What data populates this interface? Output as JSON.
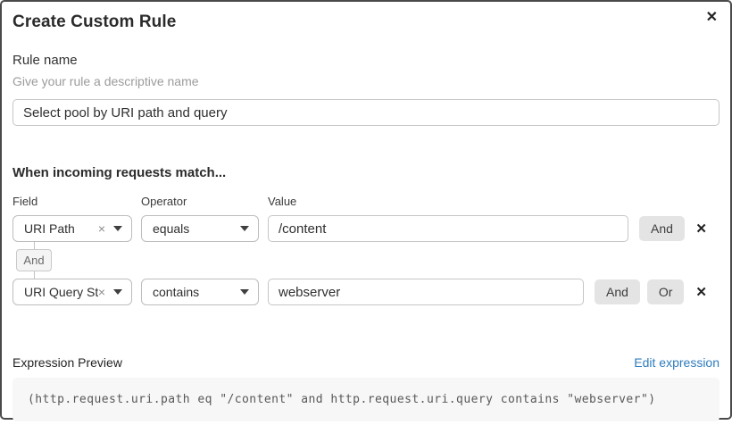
{
  "dialog": {
    "title": "Create Custom Rule"
  },
  "icons": {
    "close": "✕",
    "remove_row": "✕",
    "clear_selection": "×"
  },
  "rule_name": {
    "label": "Rule name",
    "helper": "Give your rule a descriptive name",
    "value": "Select pool by URI path and query"
  },
  "match": {
    "heading": "When incoming requests match...",
    "column_labels": {
      "field": "Field",
      "operator": "Operator",
      "value": "Value"
    },
    "conditions": [
      {
        "field": "URI Path",
        "operator": "equals",
        "value": "/content",
        "and_button": "And"
      },
      {
        "field": "URI Query St...",
        "operator": "contains",
        "value": "webserver",
        "and_button": "And",
        "or_button": "Or"
      }
    ],
    "connector_label": "And"
  },
  "expression": {
    "label": "Expression Preview",
    "edit_link": "Edit expression",
    "code": "(http.request.uri.path eq \"/content\" and http.request.uri.query contains \"webserver\")"
  },
  "colors": {
    "link_blue": "#2e7cbe",
    "dialog_border": "#4a4a4a",
    "button_gray": "#e4e4e4",
    "code_background": "#f7f7f7"
  }
}
